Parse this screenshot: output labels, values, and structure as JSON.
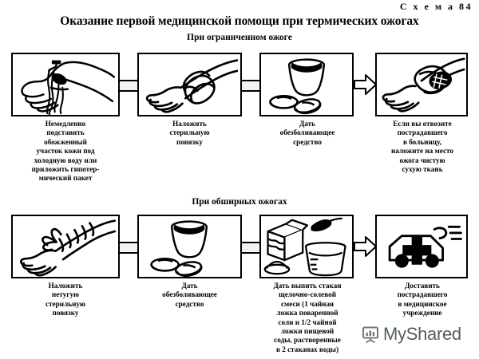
{
  "document": {
    "scheme_label": "С х е м а  84",
    "title": "Оказание первой медицинской помощи при термических ожогах"
  },
  "sections": [
    {
      "id": "limited-burn",
      "heading": "При ограниченном ожоге",
      "steps": [
        {
          "icon": "arm-under-running-water-icon",
          "caption_lines": [
            "Немедленно",
            "подставить",
            "обожженный",
            "участок кожи под",
            "холодную воду или",
            "приложить гипотер-",
            "мический пакет"
          ]
        },
        {
          "icon": "bandaged-forearm-icon",
          "caption_lines": [
            "Наложить",
            "стерильную",
            "повязку"
          ]
        },
        {
          "icon": "cup-with-pills-icon",
          "caption_lines": [
            "Дать",
            "обезболивающее",
            "средство"
          ]
        },
        {
          "icon": "arm-wrapped-in-cloth-icon",
          "caption_lines": [
            "Если вы отвозите",
            "пострадавшего",
            "в больницу,",
            "наложите на место",
            "ожога чистую",
            "сухую ткань"
          ]
        }
      ]
    },
    {
      "id": "extensive-burn",
      "heading": "При обширных ожогах",
      "steps": [
        {
          "icon": "spiral-bandaged-arm-icon",
          "caption_lines": [
            "Наложить",
            "нетугую",
            "стерильную",
            "повязку"
          ]
        },
        {
          "icon": "cup-with-pills-icon",
          "caption_lines": [
            "Дать",
            "обезболивающее",
            "средство"
          ]
        },
        {
          "icon": "salt-soda-spoon-glass-icon",
          "caption_lines": [
            "Дать выпить стакан",
            "щелочно-солевой",
            "смеси (1 чайная",
            "ложка поваренной",
            "соли и 1/2 чайной",
            "ложки пищевой",
            "соды, растворенные",
            "в 2 стаканах воды)"
          ]
        },
        {
          "icon": "ambulance-icon",
          "caption_lines": [
            "Доставить",
            "пострадавшего",
            "в медицинское",
            "учреждение"
          ]
        }
      ]
    }
  ],
  "watermark": {
    "text": "MyShared",
    "icon": "presentation-easel-icon",
    "color": "#53605a"
  },
  "colors": {
    "ink": "#000000",
    "background": "#ffffff",
    "connector_fill": "#f3f3f3",
    "watermark": "#53605a"
  }
}
